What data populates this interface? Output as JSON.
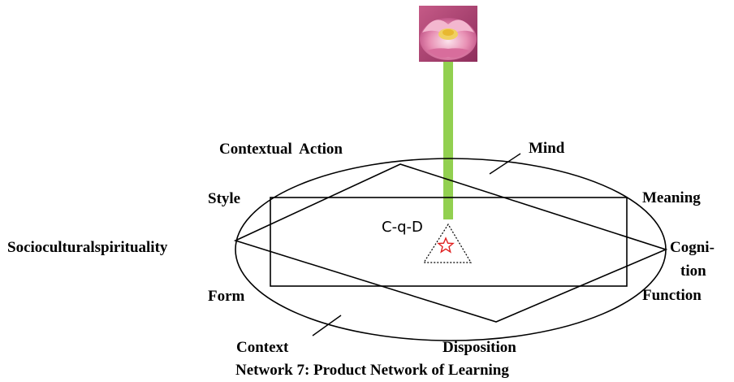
{
  "labels": {
    "contextual_action": "Contextual  Action",
    "mind": "Mind",
    "style": "Style",
    "meaning": "Meaning",
    "socioculturalspirituality": "Socioculturalspirituality",
    "cognition_line1": "Cogni-",
    "cognition_line2": "tion",
    "function": "Function",
    "form": "Form",
    "context": "Context",
    "disposition": "Disposition",
    "center": "C-q-D"
  },
  "caption": "Network 7: Product Network of Learning",
  "colors": {
    "stem": "#92d050",
    "star": "#e02020",
    "lines": "#000000"
  },
  "icons": {
    "flower": "lotus-flower-image",
    "star": "star-icon"
  }
}
